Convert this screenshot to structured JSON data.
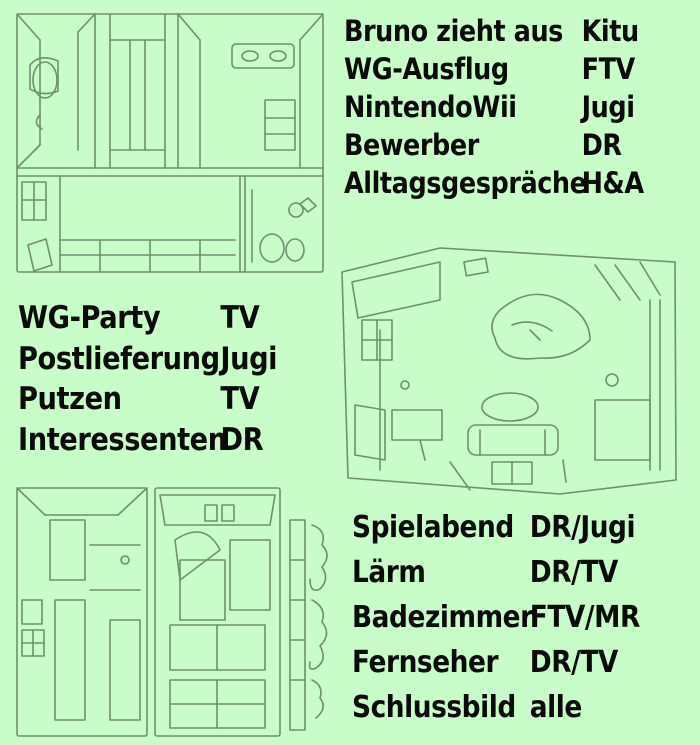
{
  "colors": {
    "background": "#c8fcc8",
    "sketch_line": "#6f8f6f",
    "text": "#0a0a0a"
  },
  "top_right_list": [
    {
      "scene": "Bruno zieht aus",
      "cast": "Kitu"
    },
    {
      "scene": "WG-Ausflug",
      "cast": "FTV"
    },
    {
      "scene": "NintendoWii",
      "cast": "Jugi"
    },
    {
      "scene": "Bewerber",
      "cast": "DR"
    },
    {
      "scene": "Alltagsgespräche",
      "cast": "H&A"
    }
  ],
  "middle_left_list": [
    {
      "scene": "WG-Party",
      "cast": "TV"
    },
    {
      "scene": "Postlieferung",
      "cast": "Jugi"
    },
    {
      "scene": "Putzen",
      "cast": "TV"
    },
    {
      "scene": "Interessenten",
      "cast": "DR"
    }
  ],
  "bottom_right_list": [
    {
      "scene": "Spielabend",
      "cast": "DR/Jugi"
    },
    {
      "scene": "Lärm",
      "cast": "DR/TV"
    },
    {
      "scene": "Badezimmer",
      "cast": "FTV/MR"
    },
    {
      "scene": "Fernseher",
      "cast": "DR/TV"
    },
    {
      "scene": "Schlussbild",
      "cast": "alle"
    }
  ]
}
